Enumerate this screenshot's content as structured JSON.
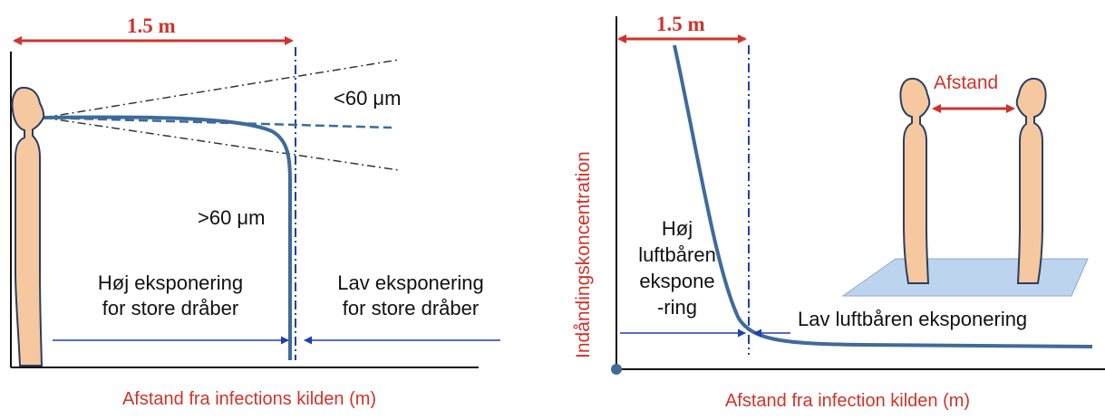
{
  "left_panel": {
    "distance_top": "1.5 m",
    "small_droplets": "<60 μm",
    "large_droplets": ">60 μm",
    "high_exposure_line1": "Høj eksponering",
    "high_exposure_line2": "for store dråber",
    "low_exposure_line1": "Lav eksponering",
    "low_exposure_line2": "for store dråber",
    "x_axis_label": "Afstand fra infections kilden (m)"
  },
  "right_panel": {
    "distance_top": "1.5 m",
    "y_axis_label": "Indåndingskoncentration",
    "distance_label": "Afstand",
    "high_airborne_lines": [
      "Høj",
      "luftbåren",
      "ekspone",
      "-ring"
    ],
    "low_airborne": "Lav luftbåren eksponering",
    "x_axis_label": "Afstand fra infection kilden (m)"
  },
  "colors": {
    "red": "#d0332b",
    "curve": "#3e6b9a",
    "marker": "#1f3fb0",
    "skin": "#f5c8a0",
    "outline": "#2c3e60",
    "floor": "#bcd4ee"
  }
}
